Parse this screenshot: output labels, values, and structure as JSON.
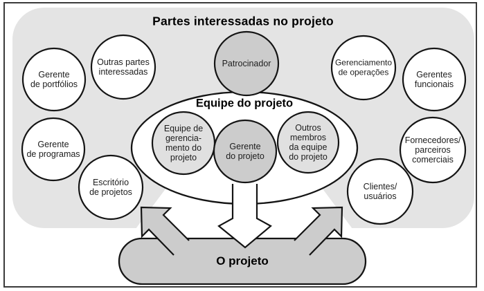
{
  "diagram": {
    "title": "Partes interessadas no projeto",
    "team_title": "Equipe do projeto",
    "project_label": "O projeto",
    "colors": {
      "region_gray": "#e4e4e4",
      "medium_gray": "#cccccc",
      "light_gray": "#e0e0e0",
      "circle_white": "#ffffff",
      "shape_stroke": "#141414",
      "outer_border": "#3a3a3a"
    },
    "stakeholders": {
      "gerente_portfolios": "Gerente\nde portfólios",
      "outras_partes": "Outras partes\ninteressadas",
      "gerente_programas": "Gerente\nde programas",
      "escritorio_projetos": "Escritório\nde projetos",
      "patrocinador": "Patrocinador",
      "equipe_gerenciamento": "Equipe de\ngerencia-\nmento do\nprojeto",
      "gerente_projeto": "Gerente\ndo projeto",
      "outros_membros": "Outros\nmembros\nda equipe\ndo projeto",
      "gerenciamento_operacoes": "Gerenciamento\nde operações",
      "gerentes_funcionais": "Gerentes\nfuncionais",
      "fornecedores": "Fornecedores/\nparceiros\ncomerciais",
      "clientes": "Clientes/\nusuários"
    }
  }
}
